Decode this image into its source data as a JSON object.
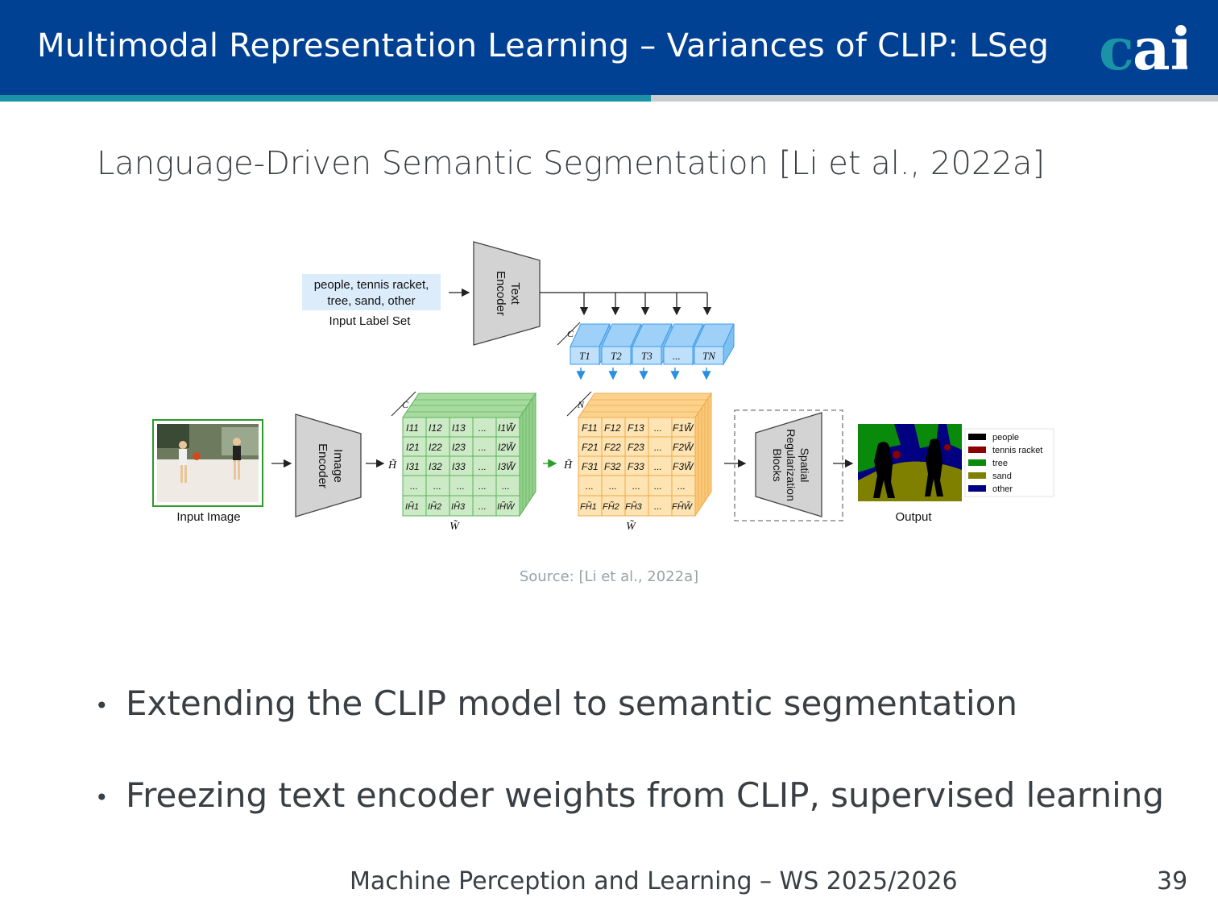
{
  "header": {
    "title": "Multimodal Representation Learning – Variances of CLIP: LSeg",
    "logo_text": "cai",
    "colors": {
      "bar": "#004193",
      "stripe": "#1b93a6",
      "logo_c": "#1b93a6"
    }
  },
  "slide": {
    "heading": "Language-Driven Semantic Segmentation [Li et al., 2022a]",
    "caption": "Source: [Li et al., 2022a]",
    "bullets": [
      "Extending the CLIP model to semantic segmentation",
      "Freezing text encoder weights from CLIP, supervised learning"
    ]
  },
  "figure": {
    "label_set_line1": "people, tennis racket,",
    "label_set_line2": "tree, sand, other",
    "label_set_caption": "Input Label Set",
    "text_encoder_line1": "Text",
    "text_encoder_line2": "Encoder",
    "image_encoder_line1": "Image",
    "image_encoder_line2": "Encoder",
    "input_image_caption": "Input Image",
    "spatial_line1": "Spatial",
    "spatial_line2": "Regularization",
    "spatial_line3": "Blocks",
    "output_caption": "Output",
    "dim_c": "C",
    "dim_n": "N",
    "dim_h": "H̃",
    "dim_w": "W̃",
    "text_tokens": [
      "T1",
      "T2",
      "T3",
      "...",
      "TN"
    ],
    "image_grid_rows": [
      [
        "I11",
        "I12",
        "I13",
        "...",
        "I1W̃"
      ],
      [
        "I21",
        "I22",
        "I23",
        "...",
        "I2W̃"
      ],
      [
        "I31",
        "I32",
        "I33",
        "...",
        "I3W̃"
      ],
      [
        "...",
        "...",
        "...",
        "...",
        "..."
      ],
      [
        "IH̃1",
        "IH̃2",
        "IH̃3",
        "...",
        "IH̃W̃"
      ]
    ],
    "fused_grid_rows": [
      [
        "F11",
        "F12",
        "F13",
        "...",
        "F1W̃"
      ],
      [
        "F21",
        "F22",
        "F23",
        "...",
        "F2W̃"
      ],
      [
        "F31",
        "F32",
        "F33",
        "...",
        "F3W̃"
      ],
      [
        "...",
        "...",
        "...",
        "...",
        "..."
      ],
      [
        "FH̃1",
        "FH̃2",
        "FH̃3",
        "...",
        "FH̃W̃"
      ]
    ],
    "legend": [
      {
        "label": "people",
        "color": "#000000"
      },
      {
        "label": "tennis racket",
        "color": "#8b0000"
      },
      {
        "label": "tree",
        "color": "#0a8a0a"
      },
      {
        "label": "sand",
        "color": "#808000"
      },
      {
        "label": "other",
        "color": "#000080"
      }
    ],
    "colors": {
      "text_cubes": "#bfe0fb",
      "image_grid": "#cdeac6",
      "fused_grid": "#fde4b2",
      "label_box": "#dcecfb"
    }
  },
  "footer": {
    "course": "Machine Perception and Learning – WS 2025/2026",
    "page": "39"
  }
}
